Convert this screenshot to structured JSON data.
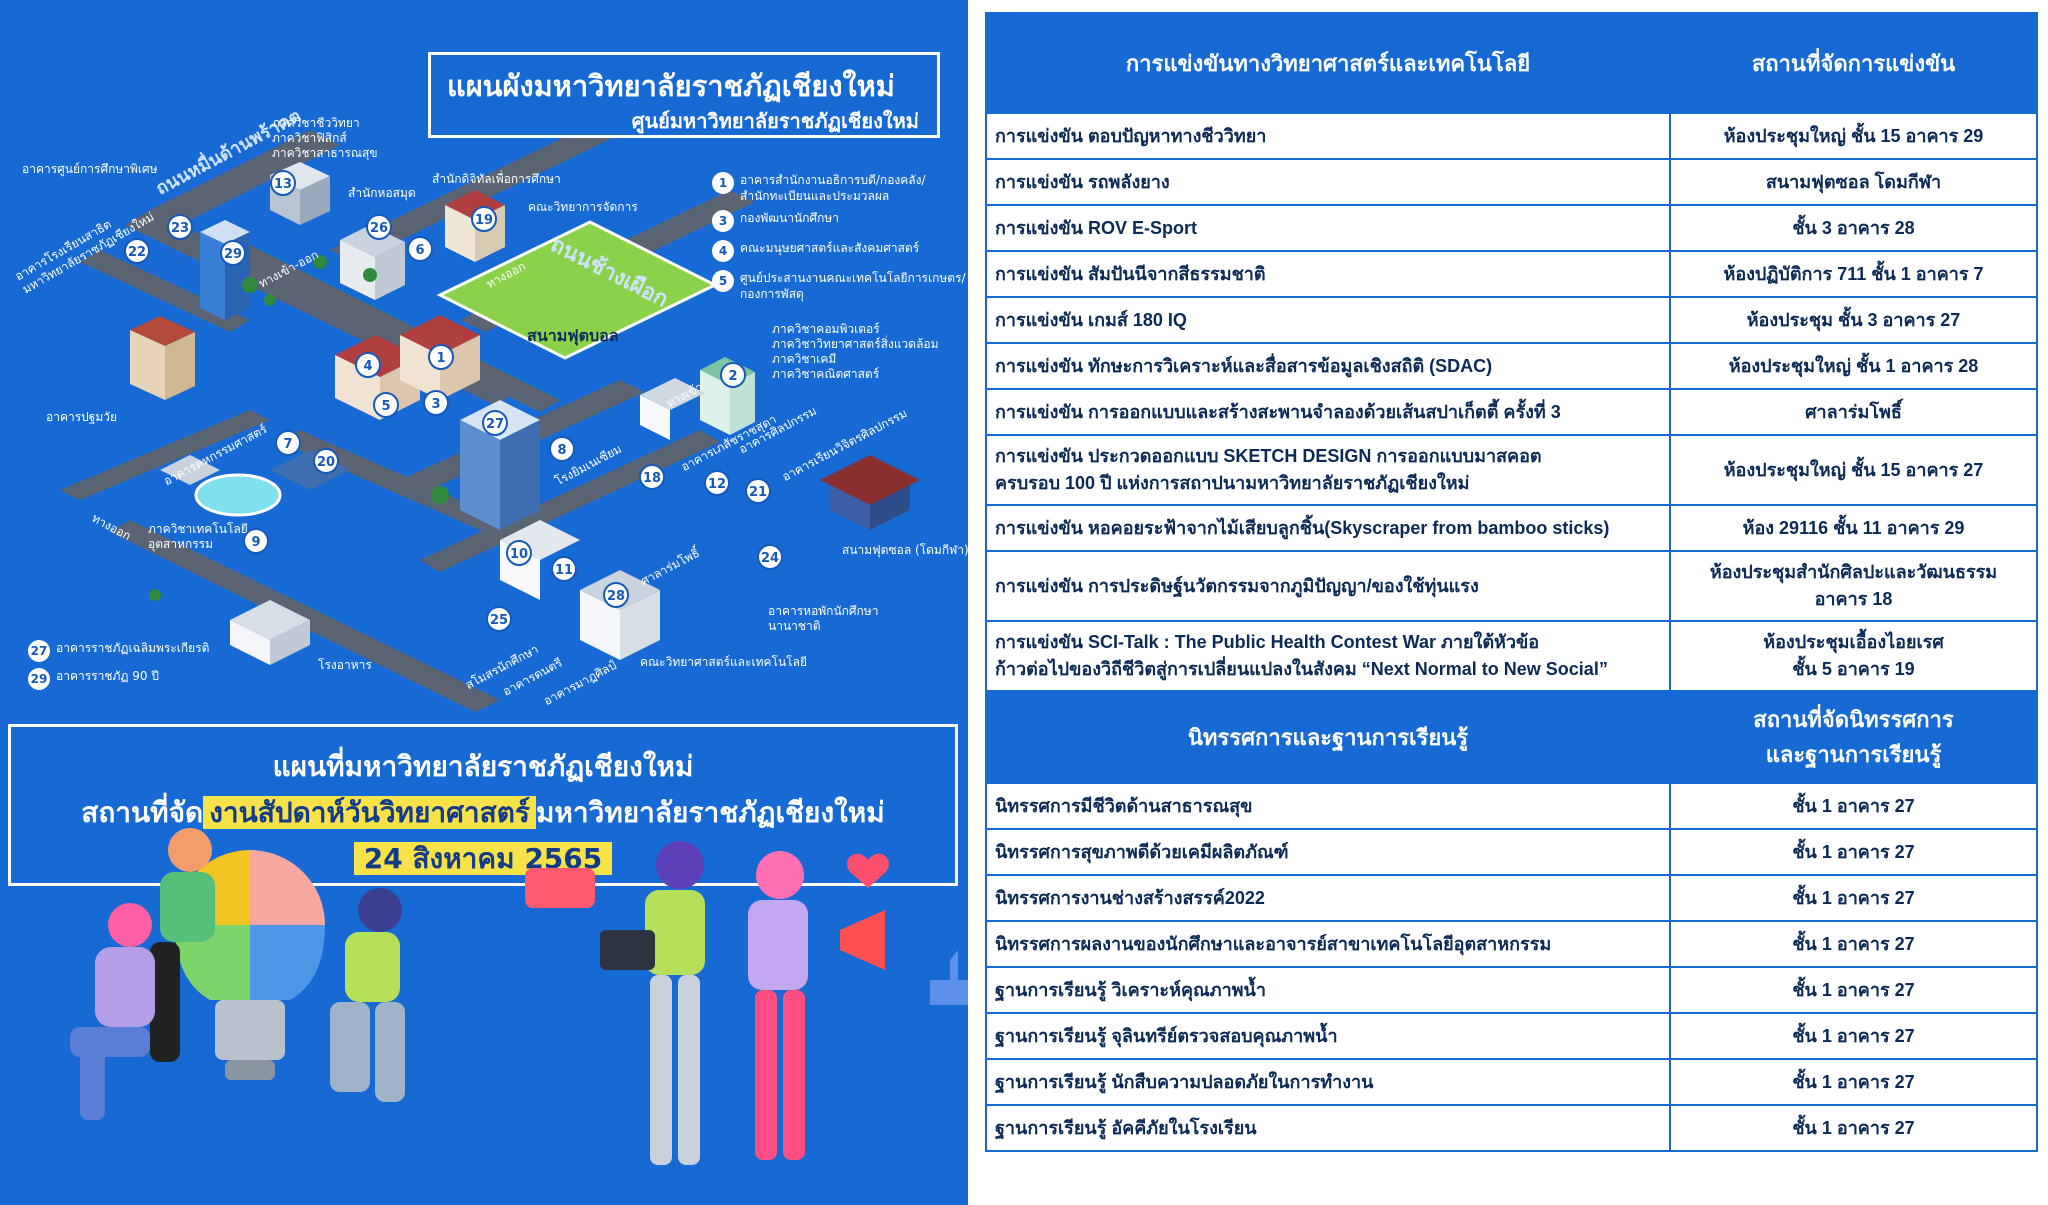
{
  "map": {
    "title": "แผนผังมหาวิทยาลัยราชภัฏเชียงใหม่",
    "subtitle": "ศูนย์มหาวิทยาลัยราชภัฏเชียงใหม่",
    "road_labels": [
      "ถนนหมื่นด้านพร้าคต",
      "ถนนช้างเผือก",
      "ทางเข้า-ออก",
      "ทางออก",
      "ทางเข้า",
      "ทางออก"
    ],
    "field_label": "สนามฟุตบอล",
    "building_labels": {
      "b13": "ภาควิชาชีววิทยา\nภาควิชาฟิสิกส์\nภาควิชาสาธารณสุข",
      "special_ed": "อาคารศูนย์การศึกษาพิเศษ",
      "demo_school": "อาคารโรงเรียนสาธิต\nมหาวิทยาลัยราชภัฏเชียงใหม่",
      "library": "สำนักหอสมุด",
      "grad_school": "สำนักดิจิทัลเพื่อการศึกษา",
      "mgmt": "คณะวิทยาการจัดการ",
      "computer": "ภาควิชาคอมพิวเตอร์\nภาควิชาวิทยาศาสตร์สิ่งแวดล้อม\nภาควิชาเคมี\nภาควิชาคณิตศาสตร์",
      "pathumwan": "อาคารปฐมวัย",
      "industrial_arts": "อาคารคหกรรมศาสตร์",
      "tech": "ภาควิชาเทคโนโลยี\nอุตสาหกรรม",
      "gym": "โรงยิมเนเซียม",
      "pharmacy": "อาคารเภสัชราชสุดา",
      "art": "อาคารศิลปกรรม",
      "culture": "อาคารเรียนวิจิตรศิลปกรรม",
      "dome": "สนามฟุตซอล (โดมกีฬา)",
      "sala": "ศาลาร่มโพธิ์",
      "dorm": "อาคารหอพักนักศึกษา\nนานาชาติ",
      "science": "คณะวิทยาศาสตร์และเทคโนโลยี",
      "canteen": "โรงอาหาร",
      "student_union": "สโมสรนักศึกษา",
      "music": "อาคารดนตรี",
      "history": "อาคารมาฎศิลป์"
    },
    "legend_right": [
      {
        "num": "1",
        "text": "อาคารสำนักงานอธิการบดี/กองคลัง/\nสำนักทะเบียนและประมวลผล"
      },
      {
        "num": "3",
        "text": "กองพัฒนานักศึกษา"
      },
      {
        "num": "4",
        "text": "คณะมนุษยศาสตร์และสังคมศาสตร์"
      },
      {
        "num": "5",
        "text": "ศูนย์ประสานงานคณะเทคโนโลยีการเกษตร/\nกองการพัสดุ"
      }
    ],
    "legend_left": [
      {
        "num": "27",
        "text": "อาคารราชภัฏเฉลิมพระเกียรติ"
      },
      {
        "num": "29",
        "text": "อาคารราชภัฏ 90 ปี"
      }
    ],
    "badges": [
      "13",
      "23",
      "22",
      "29",
      "26",
      "6",
      "19",
      "1",
      "4",
      "5",
      "3",
      "2",
      "27",
      "7",
      "20",
      "8",
      "18",
      "12",
      "21",
      "9",
      "24",
      "10",
      "11",
      "28",
      "25"
    ]
  },
  "event": {
    "line1": "แผนที่มหาวิทยาลัยราชภัฏเชียงใหม่",
    "line2_prefix": "สถานที่จัด",
    "line2_highlight": "งานสัปดาห์วันวิทยาศาสตร์",
    "line2_suffix": "มหาวิทยาลัยราชภัฏเชียงใหม่",
    "date": "24 สิงหาคม 2565"
  },
  "table": {
    "competitions": {
      "header_left": "การแข่งขันทางวิทยาศาสตร์และเทคโนโลยี",
      "header_right": "สถานที่จัดการแข่งขัน",
      "rows": [
        [
          "การแข่งขัน ตอบปัญหาทางชีววิทยา",
          "ห้องประชุมใหญ่ ชั้น 15 อาคาร 29"
        ],
        [
          "การแข่งขัน รถพลังยาง",
          "สนามฟุตซอล โดมกีฬา"
        ],
        [
          "การแข่งขัน ROV E-Sport",
          "ชั้น 3 อาคาร 28"
        ],
        [
          "การแข่งขัน สัมปันนีจากสีธรรมชาติ",
          "ห้องปฏิบัติการ 711 ชั้น 1 อาคาร 7"
        ],
        [
          "การแข่งขัน เกมส์ 180 IQ",
          "ห้องประชุม ชั้น 3 อาคาร 27"
        ],
        [
          "การแข่งขัน ทักษะการวิเคราะห์และสื่อสารข้อมูลเชิงสถิติ (SDAC)",
          "ห้องประชุมใหญ่ ชั้น 1 อาคาร 28"
        ],
        [
          "การแข่งขัน การออกแบบและสร้างสะพานจำลองด้วยเส้นสปาเก็ตตี้ ครั้งที่ 3",
          "ศาลาร่มโพธิ์"
        ],
        [
          "การแข่งขัน ประกวดออกแบบ SKETCH DESIGN การออกแบบมาสคอต\nครบรอบ 100 ปี แห่งการสถาปนามหาวิทยาลัยราชภัฏเชียงใหม่",
          "ห้องประชุมใหญ่ ชั้น 15 อาคาร 27"
        ],
        [
          "การแข่งขัน หอคอยระฟ้าจากไม้เสียบลูกชิ้น(Skyscraper from bamboo sticks)",
          "ห้อง 29116 ชั้น 11 อาคาร 29"
        ],
        [
          "การแข่งขัน การประดิษฐ์นวัตกรรมจากภูมิปัญญา/ของใช้ทุ่นแรง",
          "ห้องประชุมสำนักศิลปะและวัฒนธรรม\nอาคาร 18"
        ],
        [
          "การแข่งขัน SCI-Talk : The Public Health Contest War ภายใต้หัวข้อ\nก้าวต่อไปของวิถีชีวิตสู่การเปลี่ยนแปลงในสังคม “Next Normal to New Social”",
          "ห้องประชุมเอื้องไอยเรศ\nชั้น 5 อาคาร 19"
        ]
      ]
    },
    "exhibitions": {
      "header_left": "นิทรรศการและฐานการเรียนรู้",
      "header_right": "สถานที่จัดนิทรรศการ\nและฐานการเรียนรู้",
      "rows": [
        [
          "นิทรรศการมีชีวิตด้านสาธารณสุข",
          "ชั้น 1 อาคาร 27"
        ],
        [
          "นิทรรศการสุขภาพดีด้วยเคมีผลิตภัณฑ์",
          "ชั้น 1 อาคาร 27"
        ],
        [
          "นิทรรศการงานช่างสร้างสรรค์2022",
          "ชั้น 1 อาคาร 27"
        ],
        [
          "นิทรรศการผลงานของนักศึกษาและอาจารย์สาขาเทคโนโลยีอุตสาหกรรม",
          "ชั้น 1 อาคาร 27"
        ],
        [
          "ฐานการเรียนรู้ วิเคราะห์คุณภาพน้ำ",
          "ชั้น 1 อาคาร 27"
        ],
        [
          "ฐานการเรียนรู้ จุลินทรีย์ตรวจสอบคุณภาพน้ำ",
          "ชั้น 1 อาคาร 27"
        ],
        [
          "ฐานการเรียนรู้ นักสืบความปลอดภัยในการทำงาน",
          "ชั้น 1 อาคาร 27"
        ],
        [
          "ฐานการเรียนรู้ อัคคีภัยในโรงเรียน",
          "ชั้น 1 อาคาร 27"
        ]
      ]
    }
  },
  "colors": {
    "brand_blue": "#1769d4",
    "highlight": "#f7e24a",
    "road": "#5a6472",
    "field": "#8bd14a"
  }
}
